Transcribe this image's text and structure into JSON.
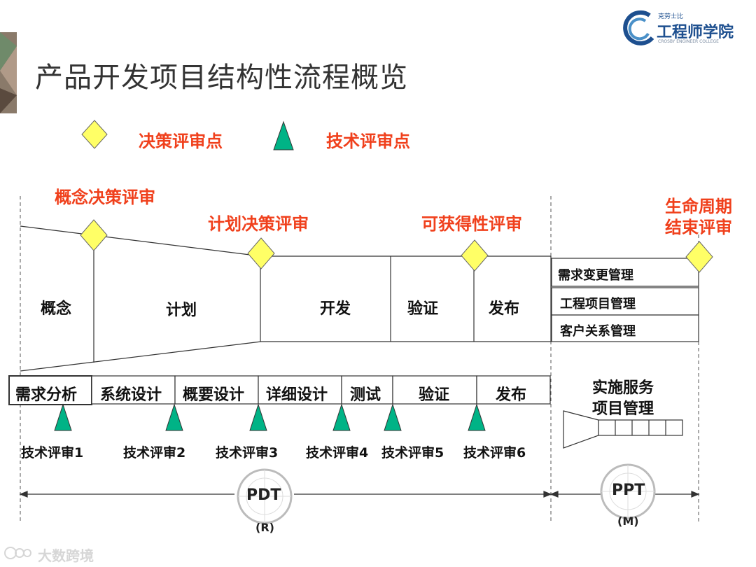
{
  "title": "产品开发项目结构性流程概览",
  "logo": {
    "top_text": "克劳士比",
    "main_text": "工程师学院",
    "sub_text": "CROSBY ENGINEER COLLEGE"
  },
  "legend": {
    "decision": "决策评审点",
    "technical": "技术评审点"
  },
  "decision_reviews": {
    "concept": "概念决策评审",
    "plan": "计划决策评审",
    "availability": "可获得性评审",
    "eol_line1": "生命周期",
    "eol_line2": "结束评审"
  },
  "phases": [
    "概念",
    "计划",
    "开发",
    "验证",
    "发布"
  ],
  "management_boxes": [
    "需求变更管理",
    "工程项目管理",
    "客户关系管理"
  ],
  "subphases": [
    "需求分析",
    "系统设计",
    "概要设计",
    "详细设计",
    "测试",
    "验证",
    "发布"
  ],
  "tech_reviews": [
    "技术评审1",
    "技术评审2",
    "技术评审3",
    "技术评审4",
    "技术评审5",
    "技术评审6"
  ],
  "service": {
    "line1": "实施服务",
    "line2": "项目管理"
  },
  "pdt": {
    "label": "PDT",
    "sub": "(R)"
  },
  "ppt": {
    "label": "PPT",
    "sub": "(M)"
  },
  "watermark": "大数跨境",
  "colors": {
    "decision_diamond": "#ffff66",
    "tech_triangle": "#00b386",
    "review_text": "#f0401c"
  }
}
